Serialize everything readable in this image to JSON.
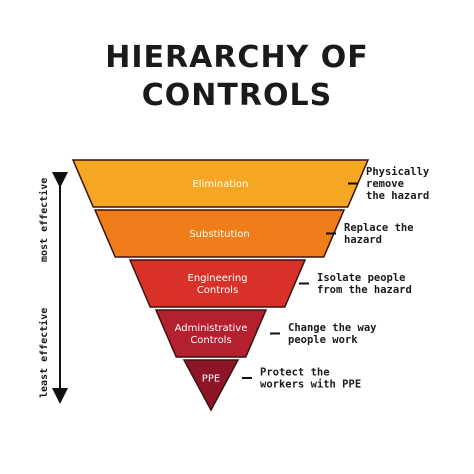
{
  "title": {
    "line1": "HIERARCHY OF",
    "line2": "CONTROLS"
  },
  "axis": {
    "top_label": "most effective",
    "bottom_label": "least effective"
  },
  "levels": [
    {
      "label": [
        "Elimination"
      ],
      "description": [
        "Physically",
        "remove",
        "the hazard"
      ],
      "color": "#f5a623"
    },
    {
      "label": [
        "Substitution"
      ],
      "description": [
        "Replace the",
        "hazard"
      ],
      "color": "#ef7d1a"
    },
    {
      "label": [
        "Engineering",
        "Controls"
      ],
      "description": [
        "Isolate people",
        "from the hazard"
      ],
      "color": "#d8312a"
    },
    {
      "label": [
        "Administrative",
        "Controls"
      ],
      "description": [
        "Change the way",
        "people work"
      ],
      "color": "#b5202f"
    },
    {
      "label": [
        "PPE"
      ],
      "description": [
        "Protect the",
        "workers with PPE"
      ],
      "color": "#8e1427"
    }
  ]
}
